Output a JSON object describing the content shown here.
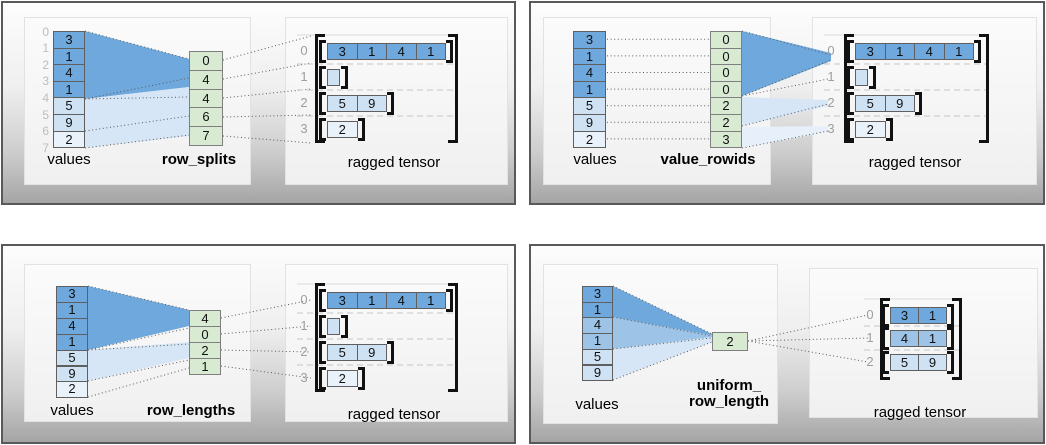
{
  "figure": {
    "colors": {
      "dark": "#6fa8dc",
      "mid": "#9dc3e6",
      "light": "#cfe2f3",
      "lighter": "#e9f1fb",
      "green": "#d9ead3"
    },
    "quadrants": [
      {
        "name": "row_splits",
        "values_label": "values",
        "method_label_lines": [
          "row_splits"
        ],
        "tensor_label": "ragged tensor",
        "values": [
          "3",
          "1",
          "4",
          "1",
          "5",
          "9",
          "2"
        ],
        "values_shades": [
          "dark",
          "dark",
          "dark",
          "dark",
          "light",
          "light",
          "lighter"
        ],
        "value_index_labels": [
          "0",
          "1",
          "2",
          "3",
          "4",
          "5",
          "6",
          "7"
        ],
        "method_values": [
          "0",
          "4",
          "4",
          "6",
          "7"
        ],
        "tensor_rows": [
          {
            "label": "0",
            "cells": [
              "3",
              "1",
              "4",
              "1"
            ],
            "shade": "dark"
          },
          {
            "label": "1",
            "cells": [],
            "shade": "light"
          },
          {
            "label": "2",
            "cells": [
              "5",
              "9"
            ],
            "shade": "light"
          },
          {
            "label": "3",
            "cells": [
              "2"
            ],
            "shade": "lighter"
          }
        ]
      },
      {
        "name": "value_rowids",
        "values_label": "values",
        "method_label_lines": [
          "value_rowids"
        ],
        "tensor_label": "ragged tensor",
        "values": [
          "3",
          "1",
          "4",
          "1",
          "5",
          "9",
          "2"
        ],
        "values_shades": [
          "dark",
          "dark",
          "dark",
          "dark",
          "light",
          "light",
          "lighter"
        ],
        "value_index_labels": [],
        "method_values": [
          "0",
          "0",
          "0",
          "0",
          "2",
          "2",
          "3"
        ],
        "tensor_rows": [
          {
            "label": "0",
            "cells": [
              "3",
              "1",
              "4",
              "1"
            ],
            "shade": "dark"
          },
          {
            "label": "1",
            "cells": [],
            "shade": "light"
          },
          {
            "label": "2",
            "cells": [
              "5",
              "9"
            ],
            "shade": "light"
          },
          {
            "label": "3",
            "cells": [
              "2"
            ],
            "shade": "lighter"
          }
        ]
      },
      {
        "name": "row_lengths",
        "values_label": "values",
        "method_label_lines": [
          "row_lengths"
        ],
        "tensor_label": "ragged tensor",
        "values": [
          "3",
          "1",
          "4",
          "1",
          "5",
          "9",
          "2"
        ],
        "values_shades": [
          "dark",
          "dark",
          "dark",
          "dark",
          "light",
          "light",
          "lighter"
        ],
        "value_index_labels": [],
        "method_values": [
          "4",
          "0",
          "2",
          "1"
        ],
        "tensor_rows": [
          {
            "label": "0",
            "cells": [
              "3",
              "1",
              "4",
              "1"
            ],
            "shade": "dark"
          },
          {
            "label": "1",
            "cells": [],
            "shade": "light"
          },
          {
            "label": "2",
            "cells": [
              "5",
              "9"
            ],
            "shade": "light"
          },
          {
            "label": "3",
            "cells": [
              "2"
            ],
            "shade": "lighter"
          }
        ]
      },
      {
        "name": "uniform_row_length",
        "values_label": "values",
        "method_label_lines": [
          "uniform_",
          "row_length"
        ],
        "tensor_label": "ragged tensor",
        "values": [
          "3",
          "1",
          "4",
          "1",
          "5",
          "9"
        ],
        "values_shades": [
          "dark",
          "dark",
          "mid",
          "mid",
          "light",
          "light"
        ],
        "value_index_labels": [],
        "method_values": [
          "2"
        ],
        "tensor_rows": [
          {
            "label": "0",
            "cells": [
              "3",
              "1"
            ],
            "shade": "dark"
          },
          {
            "label": "1",
            "cells": [
              "4",
              "1"
            ],
            "shade": "mid"
          },
          {
            "label": "2",
            "cells": [
              "5",
              "9"
            ],
            "shade": "light"
          }
        ]
      }
    ]
  }
}
